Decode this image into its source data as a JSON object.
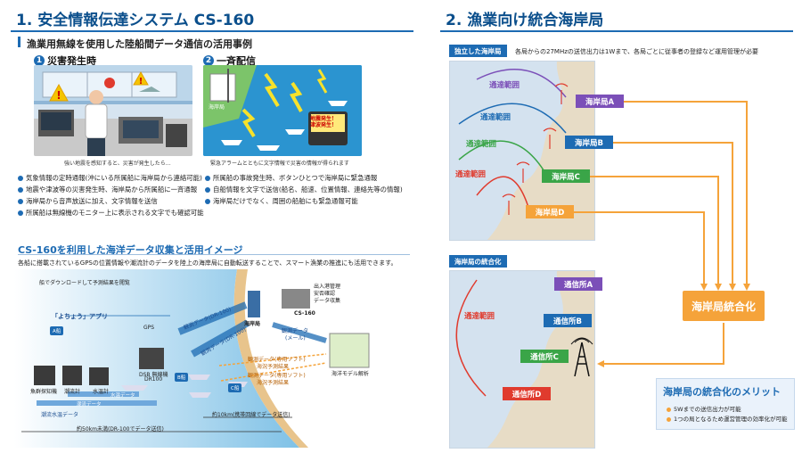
{
  "left": {
    "section_title": "1. 安全情報伝達システム CS-160",
    "usecase_title": "漁業用無線を使用した陸船間データ通信の活用事例",
    "case1": {
      "num": "1",
      "label": "災害発生時",
      "caption": "強い地震を感知すると、災害が発生したら…"
    },
    "case2": {
      "num": "2",
      "label": "一斉配信",
      "caption": "緊急アラームとともに文字情報で災害の情報が得られます",
      "station_label": "海岸局",
      "screen_text": "地震発生！ 津波発生！"
    },
    "bullets_left": [
      "気象情報の定時通報(沖にいる所属船に海岸局から連絡可能)",
      "地震や津波等の災害発生時、海岸局から所属船に一斉通報",
      "海岸局から音声放送に加え、文字情報を送信",
      "所属船は無線機のモニター上に表示される文字でも確認可能"
    ],
    "bullets_right": [
      "所属船の事故発生時、ボタンひとつで海岸局に緊急通報",
      "自船情報を文字で送信(船名、船速、位置情報、連絡先等の情報)",
      "海岸局だけでなく、周囲の船舶にも緊急通報可能"
    ],
    "data_title": "CS-160を利用した海洋データ収集と活用イメージ",
    "data_desc": "各船に搭載されているGPSの位置情報や潮流計のデータを陸上の海岸局に自動転送することで、スマート漁業の推進にも活用できます。",
    "diagram": {
      "download_note": "船でダウンロードして予測結果を閲覧",
      "app_name": "「よちょう」アプリ",
      "boat_a": "A船",
      "boat_b": "B船",
      "boat_c": "C船",
      "gps": "GPS",
      "dsb": "DSB 無線機",
      "dr100": "DR100",
      "fish_finder": "魚群探知機",
      "flow_meter": "潮流計",
      "water_temp": "水温計",
      "water_temp_data": "水温データ",
      "flow_data": "潮流データ",
      "flow_temp_data": "潮流水温データ",
      "transfer1": "観測データ(DR-100)",
      "transfer2": "観測データ(DR-100)",
      "coastal_station": "海岸局",
      "cs160": "CS-160",
      "cs_list": [
        "出入港管理",
        "安否確認",
        "データ収集"
      ],
      "obs_data": "観測データ",
      "mail": "(メール)",
      "obs_forecast1": "観測データ(専用ソフト)",
      "forecast_result1": "海況予測結果",
      "obs_forecast2": "観測データ(専用ソフト)",
      "forecast_result2": "海況予測結果",
      "ocean_model": "海洋モデル解析",
      "range_50": "約50km未満(DR-100でデータ送信)",
      "range_10": "約10km(携帯回線でデータ送信)"
    }
  },
  "right": {
    "section_title": "2. 漁業向け統合海岸局",
    "panel1": {
      "head": "独立した海岸局",
      "note": "各局からの27MHzの送信出力は1Wまで、各局ごとに従事者の登録など運用管理が必要",
      "ranges": [
        "通達範囲",
        "通達範囲",
        "通達範囲",
        "通達範囲"
      ],
      "stations": [
        "海岸局A",
        "海岸局B",
        "海岸局C",
        "海岸局D"
      ]
    },
    "panel2": {
      "head": "海岸局の統合化",
      "range": "通達範囲",
      "stations": [
        "通信所A",
        "通信所B",
        "通信所C",
        "通信所D"
      ]
    },
    "integration": "海岸局統合化",
    "merit_title": "海岸局の統合化のメリット",
    "merits": [
      "5Wまでの送信出力が可能",
      "1つの局となるため運営管理の効率化が可能"
    ]
  },
  "colors": {
    "brand_blue": "#1d6bb3",
    "title_blue": "#0b4f8c",
    "purple": "#7b4fb8",
    "orange": "#f5a33a",
    "green": "#3aa548",
    "red": "#e03b2e"
  }
}
